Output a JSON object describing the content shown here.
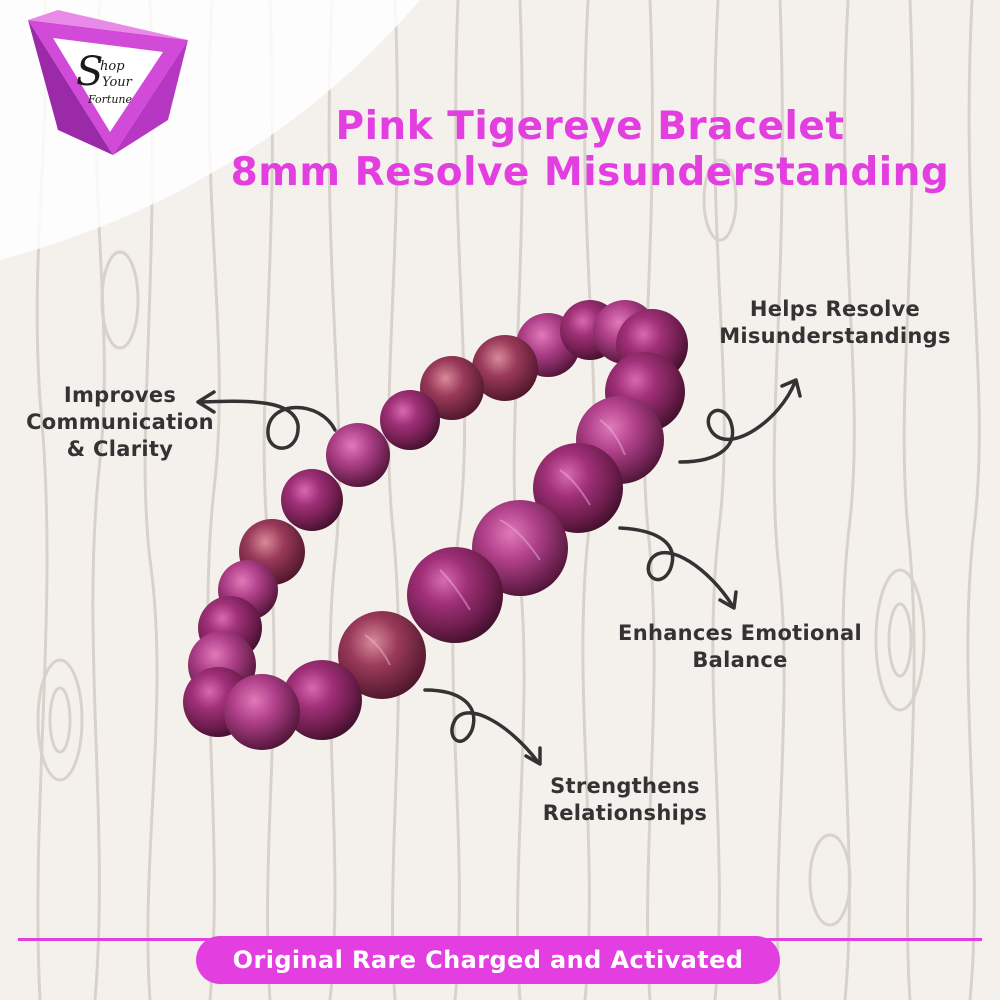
{
  "logo": {
    "letter": "S",
    "text_line1": "hop",
    "text_line2": "Your",
    "text_line3": "Fortune"
  },
  "title": {
    "line1": "Pink Tigereye Bracelet",
    "line2": "8mm Resolve Misunderstanding"
  },
  "callouts": {
    "communication": {
      "line1": "Improves",
      "line2": "Communication",
      "line3": "& Clarity"
    },
    "resolve": {
      "line1": "Helps Resolve",
      "line2": "Misunderstandings"
    },
    "emotional": {
      "line1": "Enhances Emotional",
      "line2": "Balance"
    },
    "relationships": {
      "line1": "Strengthens",
      "line2": "Relationships"
    }
  },
  "banner": {
    "text": "Original Rare Charged and Activated"
  },
  "colors": {
    "accent": "#e23ee0",
    "text": "#333333",
    "background": "#f4f1ed",
    "bead_dark": "#5a1a3c",
    "bead_mid": "#8a2a66",
    "bead_light": "#c44a9a"
  },
  "icons": {
    "logo": "triangle-logo-icon",
    "arrow": "curly-arrow-icon"
  }
}
